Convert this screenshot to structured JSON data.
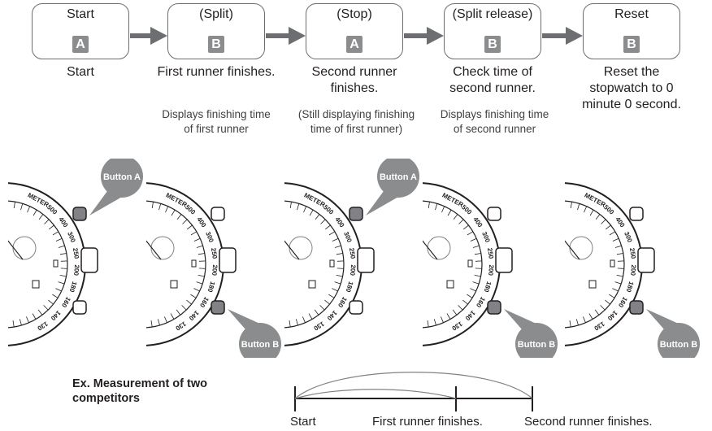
{
  "steps": [
    {
      "title": "Start",
      "key": "A",
      "caption": "Start",
      "note": ""
    },
    {
      "title": "(Split)",
      "key": "B",
      "caption": "First runner finishes.",
      "note": "Displays finishing time\nof first runner"
    },
    {
      "title": "(Stop)",
      "key": "A",
      "caption": "Second runner\nfinishes.",
      "note": "(Still displaying finishing\ntime of first runner)"
    },
    {
      "title": "(Split release)",
      "key": "B",
      "caption": "Check time of\nsecond runner.",
      "note": "Displays finishing time\nof second runner"
    },
    {
      "title": "Reset",
      "key": "B",
      "caption": "Reset the\nstopwatch to 0\nminute 0 second.",
      "note": ""
    }
  ],
  "watch_panels": [
    {
      "bubble": "Button A",
      "pressed": "A"
    },
    {
      "bubble": "",
      "pressed": ""
    },
    {
      "bubble": "Button A",
      "pressed": "A"
    },
    {
      "bubble": "Button B",
      "pressed": "B"
    },
    {
      "bubble": "Button B",
      "pressed": "B"
    }
  ],
  "second_panel_bubble": "Button B",
  "bezel_numbers": [
    "METER",
    "500",
    "400",
    "300",
    "250",
    "200",
    "180",
    "160",
    "140",
    "130"
  ],
  "example": {
    "title_line1": "Ex. Measurement of two",
    "title_line2": "competitors",
    "labels": [
      "Start",
      "First runner finishes.",
      "Second runner finishes."
    ]
  },
  "colors": {
    "box_border": "#6d6e71",
    "key_fill": "#8a8c8e",
    "arrow": "#6d6e71",
    "bubble": "#8a8c8e"
  }
}
